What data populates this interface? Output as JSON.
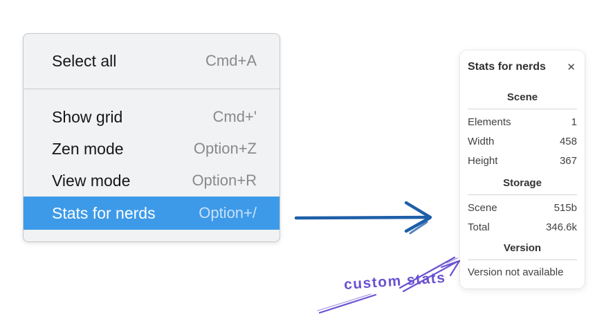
{
  "colors": {
    "menu_highlight_blue": "#3d9ae8",
    "arrow_blue": "#1e5fa8",
    "annotation_violet": "#6b51d1"
  },
  "menu": {
    "items": [
      {
        "label": "Select all",
        "shortcut": "Cmd+A",
        "highlighted": false
      },
      {
        "label": "Show grid",
        "shortcut": "Cmd+'",
        "highlighted": false
      },
      {
        "label": "Zen mode",
        "shortcut": "Option+Z",
        "highlighted": false
      },
      {
        "label": "View mode",
        "shortcut": "Option+R",
        "highlighted": false
      },
      {
        "label": "Stats for nerds",
        "shortcut": "Option+/",
        "highlighted": true
      }
    ]
  },
  "stats_panel": {
    "title": "Stats for nerds",
    "close_icon": "✕",
    "sections": [
      {
        "heading": "Scene",
        "rows": [
          {
            "label": "Elements",
            "value": "1"
          },
          {
            "label": "Width",
            "value": "458"
          },
          {
            "label": "Height",
            "value": "367"
          }
        ]
      },
      {
        "heading": "Storage",
        "rows": [
          {
            "label": "Scene",
            "value": "515b"
          },
          {
            "label": "Total",
            "value": "346.6k"
          }
        ]
      },
      {
        "heading": "Version",
        "note": "Version not available"
      }
    ]
  },
  "annotation": {
    "label": "custom stats"
  }
}
